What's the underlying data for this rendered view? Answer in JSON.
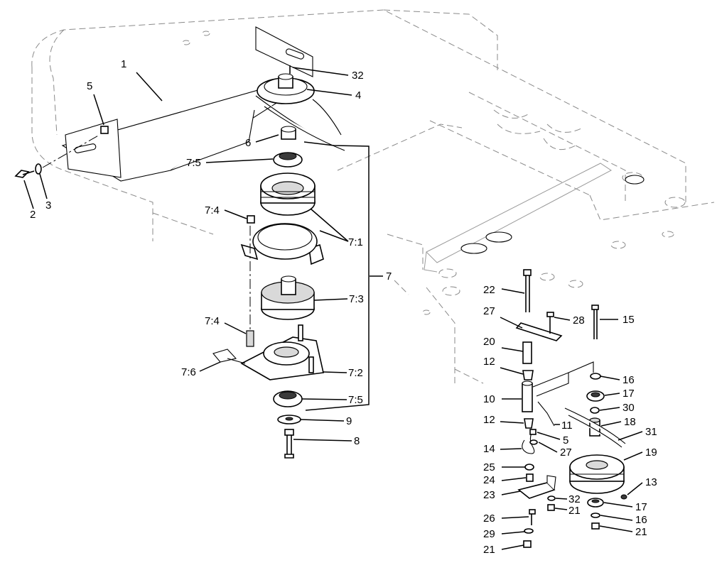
{
  "diagram": {
    "colors": {
      "ink": "#000000",
      "frame": "#8a8a8a",
      "shade": "#d9d9d9"
    },
    "callouts": [
      {
        "id": "c1",
        "label": "1"
      },
      {
        "id": "c2",
        "label": "2"
      },
      {
        "id": "c3",
        "label": "3"
      },
      {
        "id": "c4",
        "label": "4"
      },
      {
        "id": "c5a",
        "label": "5"
      },
      {
        "id": "c6",
        "label": "6"
      },
      {
        "id": "c7",
        "label": "7"
      },
      {
        "id": "c75a",
        "label": "7:5"
      },
      {
        "id": "c74a",
        "label": "7:4"
      },
      {
        "id": "c71",
        "label": "7:1"
      },
      {
        "id": "c73",
        "label": "7:3"
      },
      {
        "id": "c74b",
        "label": "7:4"
      },
      {
        "id": "c76",
        "label": "7:6"
      },
      {
        "id": "c72",
        "label": "7:2"
      },
      {
        "id": "c75b",
        "label": "7:5"
      },
      {
        "id": "c9",
        "label": "9"
      },
      {
        "id": "c8",
        "label": "8"
      },
      {
        "id": "c32a",
        "label": "32"
      },
      {
        "id": "c22",
        "label": "22"
      },
      {
        "id": "c27a",
        "label": "27"
      },
      {
        "id": "c28",
        "label": "28"
      },
      {
        "id": "c15",
        "label": "15"
      },
      {
        "id": "c20",
        "label": "20"
      },
      {
        "id": "c12a",
        "label": "12"
      },
      {
        "id": "c16a",
        "label": "16"
      },
      {
        "id": "c10",
        "label": "10"
      },
      {
        "id": "c17a",
        "label": "17"
      },
      {
        "id": "c30",
        "label": "30"
      },
      {
        "id": "c12b",
        "label": "12"
      },
      {
        "id": "c11",
        "label": "11"
      },
      {
        "id": "c18",
        "label": "18"
      },
      {
        "id": "c31",
        "label": "31"
      },
      {
        "id": "c5b",
        "label": "5"
      },
      {
        "id": "c14",
        "label": "14"
      },
      {
        "id": "c27b",
        "label": "27"
      },
      {
        "id": "c19",
        "label": "19"
      },
      {
        "id": "c25",
        "label": "25"
      },
      {
        "id": "c24",
        "label": "24"
      },
      {
        "id": "c13",
        "label": "13"
      },
      {
        "id": "c23",
        "label": "23"
      },
      {
        "id": "c32b",
        "label": "32"
      },
      {
        "id": "c21a",
        "label": "21"
      },
      {
        "id": "c17b",
        "label": "17"
      },
      {
        "id": "c26",
        "label": "26"
      },
      {
        "id": "c16b",
        "label": "16"
      },
      {
        "id": "c29",
        "label": "29"
      },
      {
        "id": "c21b",
        "label": "21"
      },
      {
        "id": "c21c",
        "label": "21"
      }
    ]
  }
}
